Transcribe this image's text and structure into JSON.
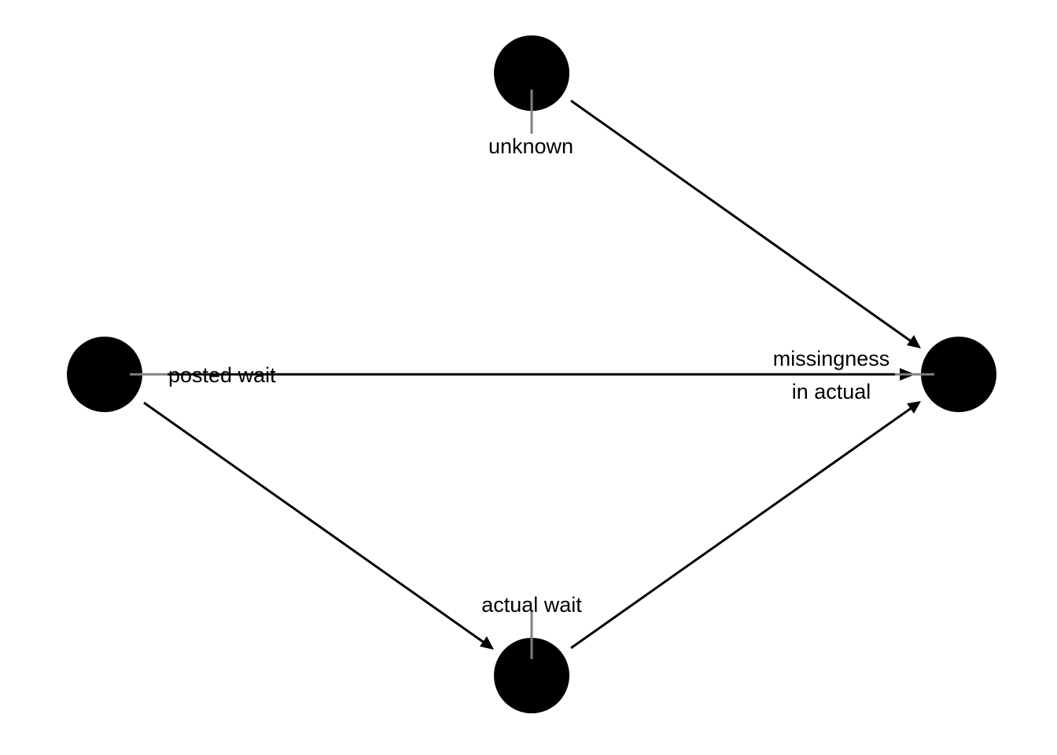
{
  "diagram": {
    "type": "directed-acyclic-graph",
    "colors": {
      "node": "#000000",
      "edge": "#000000",
      "label_text": "#000000",
      "label_leader": "#808080",
      "background": "#ffffff"
    },
    "nodes": [
      {
        "id": "unknown",
        "label": "unknown"
      },
      {
        "id": "posted_wait",
        "label": "posted wait"
      },
      {
        "id": "actual_wait",
        "label": "actual wait"
      },
      {
        "id": "missingness",
        "label_lines": [
          "missingness",
          "in actual"
        ]
      }
    ],
    "edges": [
      {
        "from": "unknown",
        "to": "missingness"
      },
      {
        "from": "posted_wait",
        "to": "missingness"
      },
      {
        "from": "posted_wait",
        "to": "actual_wait"
      },
      {
        "from": "actual_wait",
        "to": "missingness"
      }
    ]
  }
}
